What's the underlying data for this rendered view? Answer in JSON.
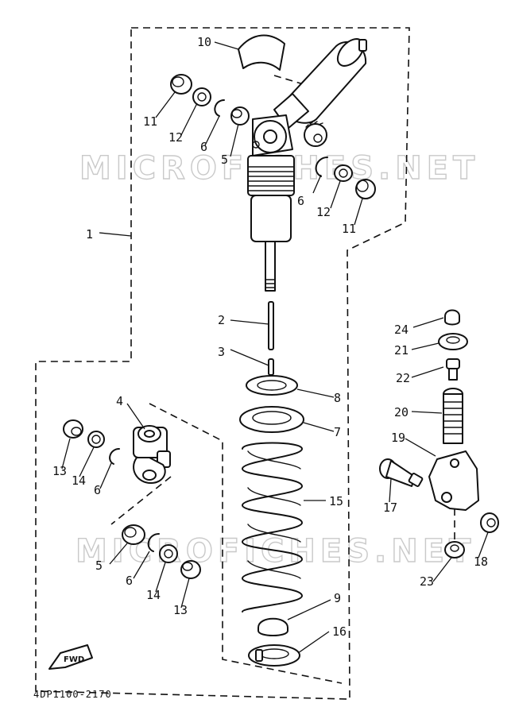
{
  "watermark": "MICROFICHES.NET",
  "diagram_code": "4DP1100-2170",
  "fwd_label": "FWD",
  "callouts": {
    "p1": "1",
    "p2": "2",
    "p3": "3",
    "p4": "4",
    "p5a": "5",
    "p5b": "5",
    "p6a": "6",
    "p6b": "6",
    "p6c": "6",
    "p6d": "6",
    "p7": "7",
    "p8": "8",
    "p9": "9",
    "p10": "10",
    "p11a": "11",
    "p11b": "11",
    "p12a": "12",
    "p12b": "12",
    "p13a": "13",
    "p13b": "13",
    "p14a": "14",
    "p14b": "14",
    "p15": "15",
    "p16": "16",
    "p17": "17",
    "p18": "18",
    "p19": "19",
    "p20": "20",
    "p21": "21",
    "p22": "22",
    "p23": "23",
    "p24": "24"
  }
}
